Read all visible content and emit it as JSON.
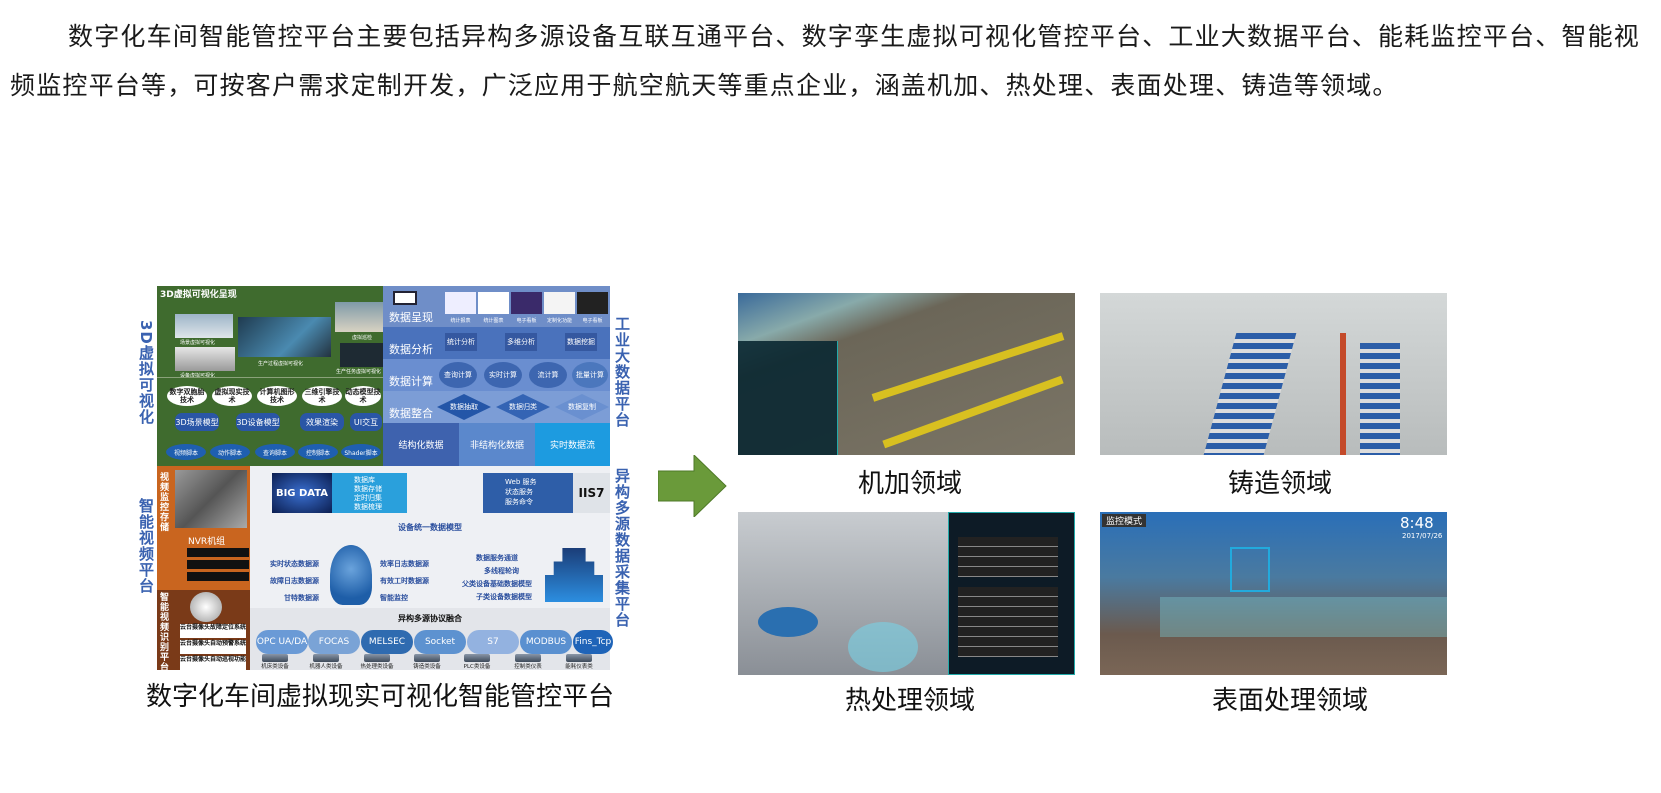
{
  "intro_paragraph": "数字化车间智能管控平台主要包括异构多源设备互联互通平台、数字孪生虚拟可视化管控平台、工业大数据平台、能耗监控平台、智能视频监控平台等，可按客户需求定制开发，广泛应用于航空航天等重点企业，涵盖机加、热处理、表面处理、铸造等领域。",
  "diagram": {
    "caption": "数字化车间虚拟现实可视化智能管控平台",
    "side_labels": {
      "left_top": "3D虚拟可视化",
      "left_bottom": "智能视频平台",
      "right_top": "工业大数据平台",
      "right_bottom": "异构多源数据采集平台"
    },
    "viz_panel": {
      "title": "3D虚拟可视化呈现",
      "thumbs": [
        "场景虚拟可视化",
        "设备虚拟可视化",
        "生产过程虚拟可视化",
        "虚拟巡检",
        "生产任务虚拟可视化"
      ],
      "techs": [
        "数字双胞胎技术",
        "虚拟现实技术",
        "计算机图形技术",
        "三维引擎技术",
        "动态模型技术"
      ],
      "models": [
        "3D场景模型",
        "3D设备模型",
        "效果渲染",
        "UI交互"
      ],
      "scripts": [
        "视频脚本",
        "动作脚本",
        "查询脚本",
        "控制脚本",
        "Shader脚本"
      ]
    },
    "bigdata_panel": {
      "rows": [
        {
          "label": "数据呈现",
          "items": [
            "统计报表",
            "统计图表",
            "电子看板",
            "定制化功能",
            "电子看板"
          ]
        },
        {
          "label": "数据分析",
          "items": [
            "统计分析",
            "多维分析",
            "数据挖掘"
          ]
        },
        {
          "label": "数据计算",
          "items": [
            "查询计算",
            "实时计算",
            "流计算",
            "批量计算"
          ]
        },
        {
          "label": "数据整合",
          "items": [
            "数据抽取",
            "数据归类",
            "数据复制"
          ]
        }
      ],
      "data_types": [
        "结构化数据",
        "非结构化数据",
        "实时数据流"
      ]
    },
    "video_panel": {
      "title": "视频监控存储",
      "nvr": "NVR机组",
      "ai_title": "智能视频识别平台",
      "ai_items": [
        "云台摄像头故障定位系统",
        "云台摄像头自动预警系统",
        "云台摄像头自动巡视功能"
      ]
    },
    "collect_panel": {
      "bigdata_logo": "BIG DATA",
      "db_title": "数据库",
      "db_items": [
        "数据存储",
        "定时归集",
        "数据梳理"
      ],
      "web_title": "Web 服务",
      "web_items": [
        "状态服务",
        "服务命令"
      ],
      "iis": "IIS7",
      "model_title": "设备统一数据模型",
      "sources_left": [
        "实时状态数据源",
        "故障日志数据源",
        "甘特数据源"
      ],
      "sources_right": [
        "效率日志数据源",
        "有效工时数据源",
        "智能监控"
      ],
      "model_layers": [
        "数据服务通道",
        "多线程轮询",
        "父类设备基础数据模型",
        "子类设备数据模型"
      ],
      "protocol_title": "异构多源协议融合",
      "protocols": [
        "OPC UA/DA",
        "FOCAS",
        "MELSEC",
        "Socket",
        "S7",
        "MODBUS",
        "Fins_Tcp"
      ],
      "devices": [
        "机床类设备",
        "机器人类设备",
        "热处理类设备",
        "铸造类设备",
        "PLC类设备",
        "控制类仪表",
        "能耗仪表类"
      ]
    }
  },
  "domains": [
    {
      "label": "机加领域"
    },
    {
      "label": "铸造领域"
    },
    {
      "label": "热处理领域"
    },
    {
      "label": "表面处理领域",
      "clock": "8:48",
      "date": "2017/07/26",
      "mode": "监控模式"
    }
  ],
  "colors": {
    "arrow": "#6a9a3a",
    "side_label": "#3a62b0",
    "green_panel": "#3f6b2e",
    "orange_panel": "#c9651f"
  }
}
